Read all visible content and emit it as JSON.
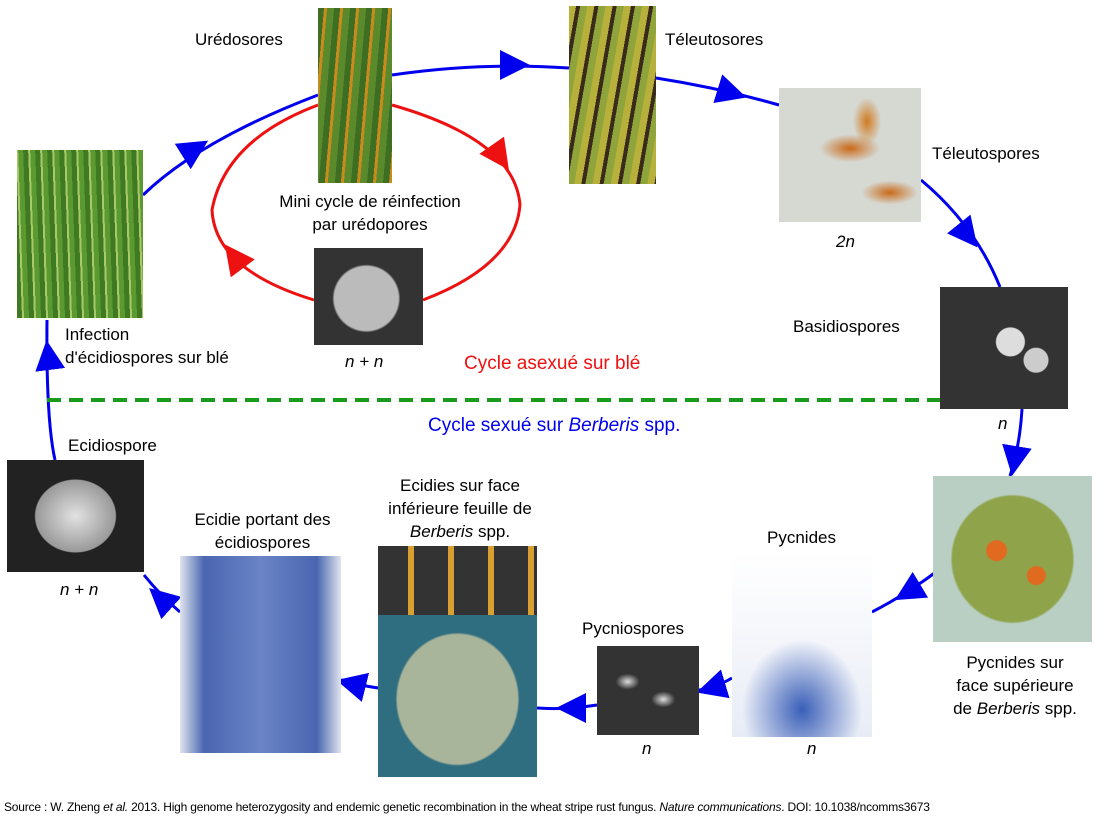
{
  "labels": {
    "uredosores": "Urédosores",
    "teleutosores": "Téleutosores",
    "teleutospores": "Téleutospores",
    "teleutospores_ploidy": "2n",
    "basidiospores": "Basidiospores",
    "basidiospores_ploidy": "n",
    "mini_cycle_1": "Mini cycle de réinfection",
    "mini_cycle_2": "par urédopores",
    "uredospore_ploidy": "n + n",
    "infection_1": "Infection",
    "infection_2": "d'écidiospores sur blé",
    "asexual": "Cycle asexué sur blé",
    "sexual_pre": "Cycle sexué sur ",
    "sexual_genus": "Berberis",
    "sexual_post": " spp.",
    "ecidiospore": "Ecidiospore",
    "ecidiospore_ploidy": "n + n",
    "ecidie_1": "Ecidie portant des",
    "ecidie_2": "écidiospores",
    "ecidies_1": "Ecidies sur face",
    "ecidies_2": "inférieure feuille de",
    "ecidies_genus": "Berberis",
    "ecidies_post": " spp.",
    "pycniospores": "Pycniospores",
    "pycniospores_ploidy": "n",
    "pycnides": "Pycnides",
    "pycnides_ploidy": "n",
    "pycnides_sur_1": "Pycnides sur",
    "pycnides_sur_2": "face supérieure",
    "pycnides_sur_pre": "de ",
    "pycnides_sur_genus": "Berberis",
    "pycnides_sur_post": " spp."
  },
  "source": {
    "pre": "Source : W. Zheng ",
    "etal": "et al.",
    "mid": " 2013. High genome heterozygosity and endemic genetic recombination in the wheat stripe rust fungus. ",
    "journal": "Nature communications",
    "doi": ". DOI: 10.1038/ncomms3673"
  },
  "colors": {
    "sexual": "#0000ee",
    "asexual": "#ee1111",
    "divider": "#1a9a1a"
  }
}
